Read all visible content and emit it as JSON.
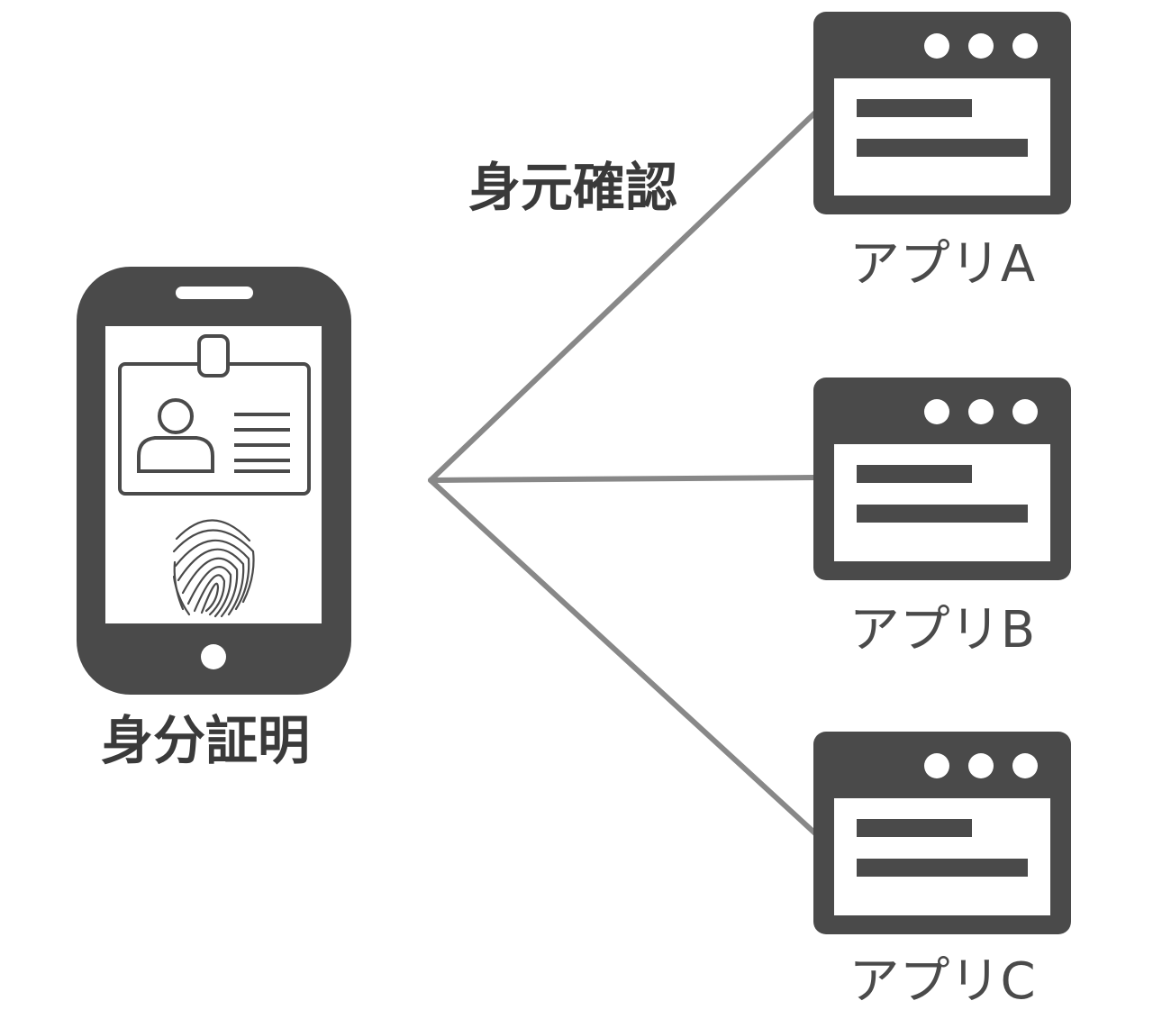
{
  "phone": {
    "label": "身分証明",
    "icons": [
      "smartphone-icon",
      "id-card-icon",
      "person-icon",
      "fingerprint-icon"
    ]
  },
  "connection": {
    "label": "身元確認"
  },
  "apps": [
    {
      "label": "アプリA",
      "icon": "browser-window-icon"
    },
    {
      "label": "アプリB",
      "icon": "browser-window-icon"
    },
    {
      "label": "アプリC",
      "icon": "browser-window-icon"
    }
  ],
  "colors": {
    "icon_dark": "#4a4a4a",
    "line": "#888888",
    "text": "#3a3a3a"
  }
}
